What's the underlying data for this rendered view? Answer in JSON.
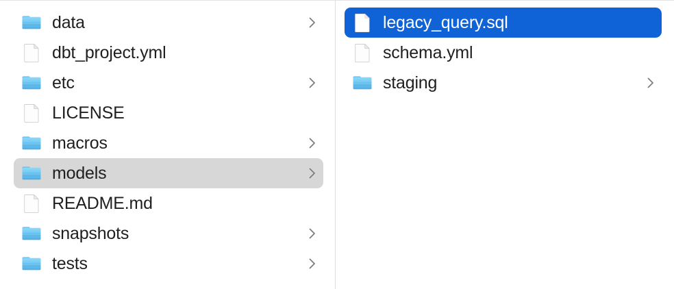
{
  "window": {
    "view": "column-view",
    "columns": [
      {
        "name": "parent-column",
        "items": [
          {
            "label": "data",
            "kind": "folder",
            "icon": "folder-icon",
            "has_chevron": true,
            "selected": false,
            "selection_style": "none"
          },
          {
            "label": "dbt_project.yml",
            "kind": "file",
            "icon": "document-icon",
            "has_chevron": false,
            "selected": false,
            "selection_style": "none"
          },
          {
            "label": "etc",
            "kind": "folder",
            "icon": "folder-icon",
            "has_chevron": true,
            "selected": false,
            "selection_style": "none"
          },
          {
            "label": "LICENSE",
            "kind": "file",
            "icon": "document-icon",
            "has_chevron": false,
            "selected": false,
            "selection_style": "none"
          },
          {
            "label": "macros",
            "kind": "folder",
            "icon": "folder-icon",
            "has_chevron": true,
            "selected": false,
            "selection_style": "none"
          },
          {
            "label": "models",
            "kind": "folder",
            "icon": "folder-icon",
            "has_chevron": true,
            "selected": true,
            "selection_style": "gray"
          },
          {
            "label": "README.md",
            "kind": "file",
            "icon": "document-icon",
            "has_chevron": false,
            "selected": false,
            "selection_style": "none"
          },
          {
            "label": "snapshots",
            "kind": "folder",
            "icon": "folder-icon",
            "has_chevron": true,
            "selected": false,
            "selection_style": "none"
          },
          {
            "label": "tests",
            "kind": "folder",
            "icon": "folder-icon",
            "has_chevron": true,
            "selected": false,
            "selection_style": "none"
          }
        ]
      },
      {
        "name": "child-column",
        "items": [
          {
            "label": "legacy_query.sql",
            "kind": "file",
            "icon": "document-icon",
            "has_chevron": false,
            "selected": true,
            "selection_style": "blue"
          },
          {
            "label": "schema.yml",
            "kind": "file",
            "icon": "document-icon",
            "has_chevron": false,
            "selected": false,
            "selection_style": "none"
          },
          {
            "label": "staging",
            "kind": "folder",
            "icon": "folder-icon",
            "has_chevron": true,
            "selected": false,
            "selection_style": "none"
          }
        ]
      }
    ]
  },
  "colors": {
    "selection_blue": "#1063d6",
    "selection_gray": "#d7d7d7",
    "folder_blue": "#5ec0f0",
    "text": "#1f1f21",
    "text_selected": "#ffffff",
    "divider": "#dededf",
    "background": "#ffffff"
  }
}
